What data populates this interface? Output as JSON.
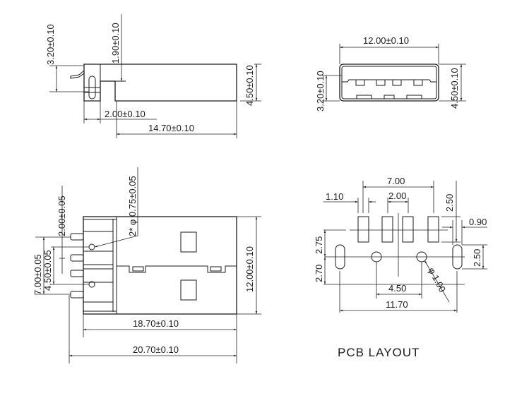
{
  "side_view": {
    "dim_height_left": "3.20±0.10",
    "dim_step": "1.90±0.10",
    "dim_height_right": "4.50±0.10",
    "dim_back": "2.00±0.10",
    "dim_length": "14.70±0.10"
  },
  "front_view": {
    "dim_width": "12.00±0.10",
    "dim_inner_height": "3.20±0.10",
    "dim_height": "4.50±0.10"
  },
  "top_view": {
    "dim_pitch": "2.00±0.05",
    "dim_outer_pins": "7.00±0.05",
    "dim_holes": "4.50±0.05",
    "dim_hole_dia": "2* φ 0.75±0.05",
    "dim_width": "12.00±0.10",
    "dim_body_length": "18.70±0.10",
    "dim_total_length": "20.70±0.10"
  },
  "pcb_layout": {
    "title": "PCB LAYOUT",
    "dim_outer_pads": "7.00",
    "dim_pad_width": "1.10",
    "dim_pitch": "2.00",
    "dim_pad_length": "2.50",
    "dim_slot_width": "0.90",
    "dim_row_offset": "2.75",
    "dim_slot_length": "2.50",
    "dim_bottom_offset": "2.70",
    "dim_hole_spacing": "4.50",
    "dim_hole_dia": "φ 1.00",
    "dim_slot_spacing": "11.70"
  }
}
